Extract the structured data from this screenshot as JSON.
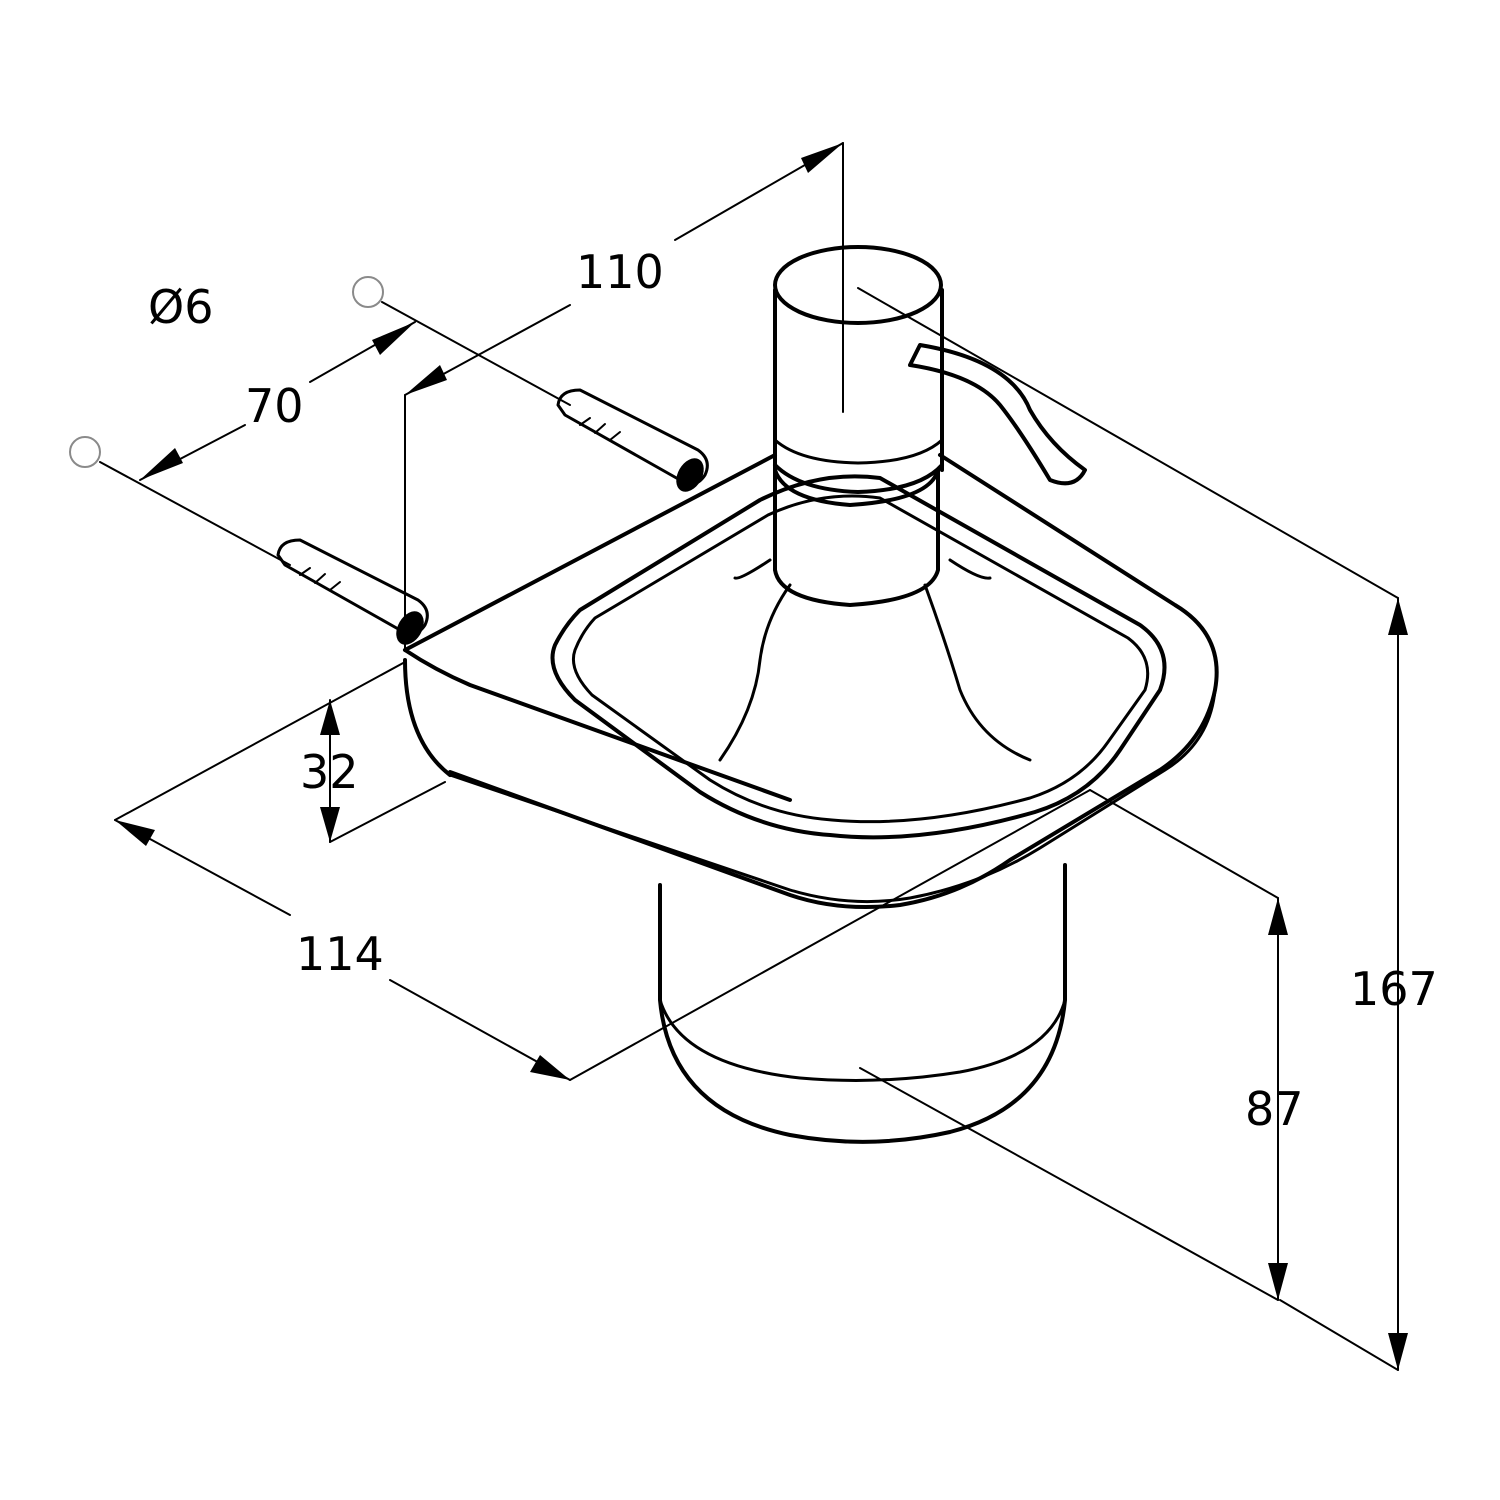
{
  "dimensions": {
    "diameter": "Ø6",
    "hole_spacing": "70",
    "projection": "110",
    "bracket_height": "32",
    "width": "114",
    "container_height": "87",
    "total_height": "167"
  },
  "colors": {
    "line": "#000000",
    "hole_outline": "#8a8a8a",
    "background": "#ffffff"
  }
}
